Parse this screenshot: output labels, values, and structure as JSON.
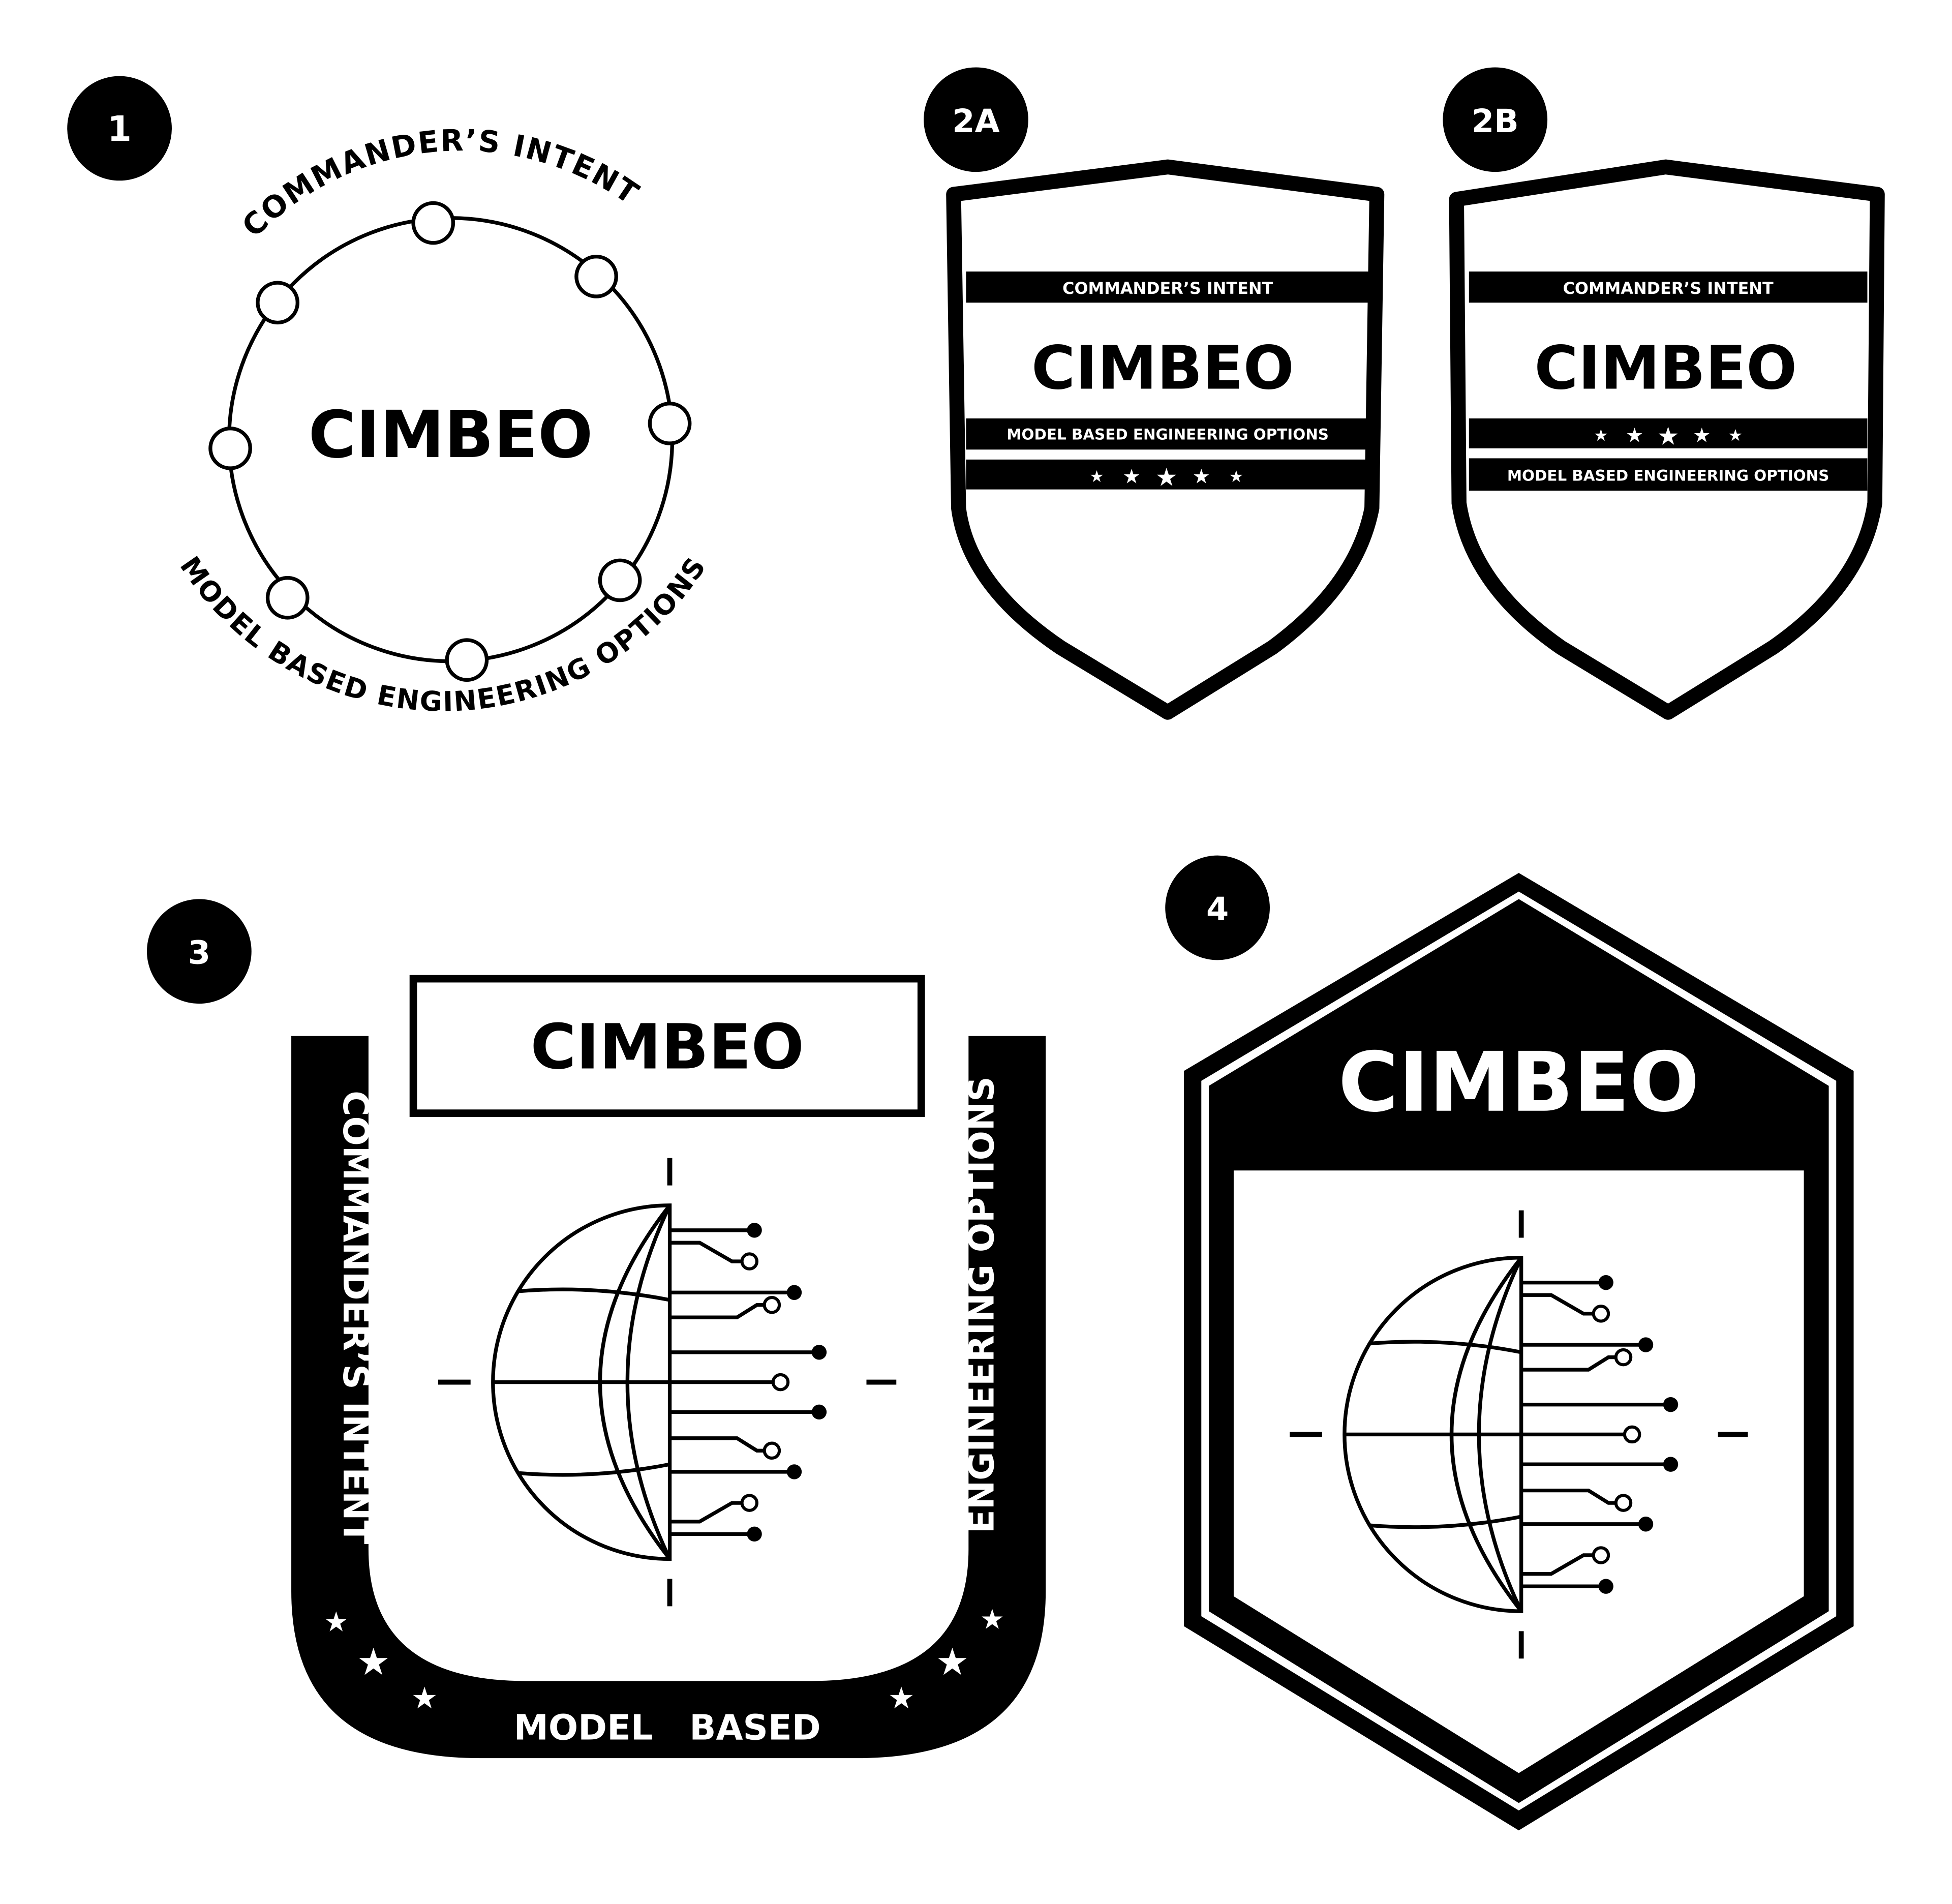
{
  "colors": {
    "ink": "#000000",
    "paper": "#ffffff"
  },
  "concepts": [
    {
      "badge": "1",
      "arc_top": "COMMANDER’S INTENT",
      "name": "CIMBEO",
      "arc_bottom": "MODEL BASED ENGINEERING OPTIONS",
      "icon": "network-ring-icon"
    },
    {
      "badge": "2A",
      "top": "COMMANDER’S INTENT",
      "name": "CIMBEO",
      "bottom": "MODEL BASED ENGINEERING OPTIONS",
      "stars": 5
    },
    {
      "badge": "2B",
      "top": "COMMANDER’S INTENT",
      "name": "CIMBEO",
      "bottom": "MODEL BASED ENGINEERING OPTIONS",
      "stars": 5
    },
    {
      "badge": "3",
      "name": "CIMBEO",
      "left": "COMMANDER’S INTENT",
      "right": "ENGINEERING OPTIONS",
      "bottom": "MODEL   BASED",
      "icon": "circuit-globe-icon",
      "stars": 6
    },
    {
      "badge": "4",
      "name": "CIMBEO",
      "icon": "circuit-globe-icon"
    }
  ]
}
